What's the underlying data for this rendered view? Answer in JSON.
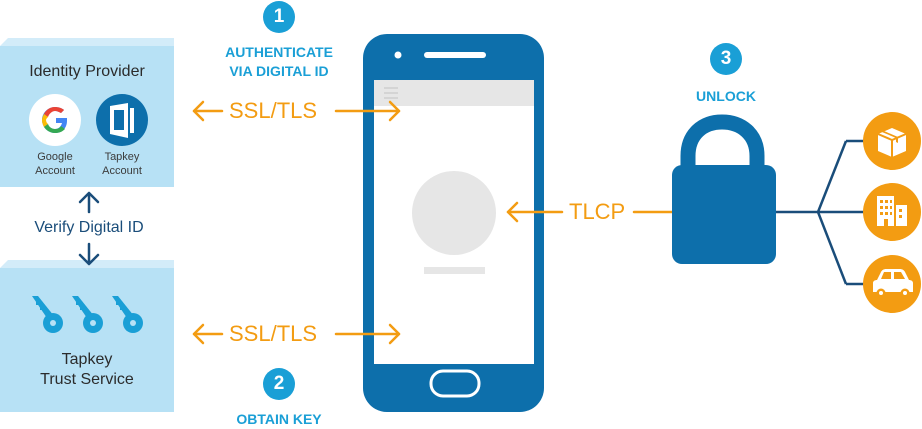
{
  "steps": {
    "one": {
      "number": "1",
      "label_line1": "AUTHENTICATE",
      "label_line2": "VIA DIGITAL ID"
    },
    "two": {
      "number": "2",
      "label": "OBTAIN KEY"
    },
    "three": {
      "number": "3",
      "label": "UNLOCK"
    }
  },
  "identity_provider": {
    "title": "Identity Provider",
    "google": {
      "line1": "Google",
      "line2": "Account"
    },
    "tapkey": {
      "line1": "Tapkey",
      "line2": "Account"
    }
  },
  "verify_label": "Verify Digital ID",
  "trust_service": {
    "line1": "Tapkey",
    "line2": "Trust Service"
  },
  "protocols": {
    "top": "SSL/TLS",
    "bottom": "SSL/TLS",
    "lock": "TLCP"
  },
  "colors": {
    "box": "#b7e1f5",
    "box_top": "#d3ecf9",
    "brand_blue": "#0d6fab",
    "step_blue": "#1a9fd6",
    "orange": "#f39c12",
    "dark_navy": "#1a4d7a"
  },
  "icons": [
    "google-icon",
    "tapkey-icon",
    "key-icon",
    "lock-icon",
    "package-icon",
    "building-icon",
    "car-icon"
  ]
}
